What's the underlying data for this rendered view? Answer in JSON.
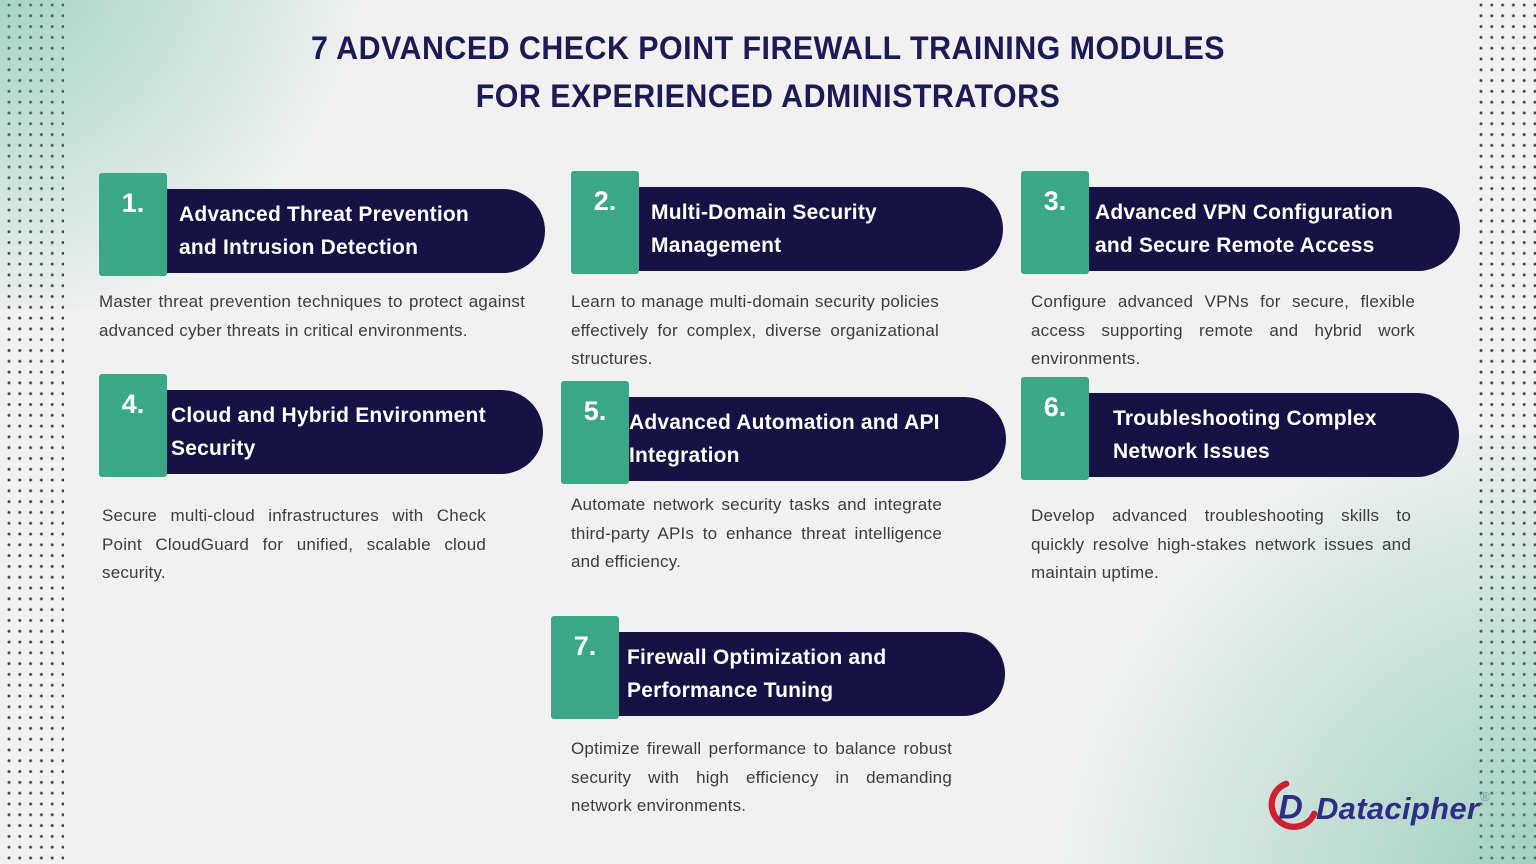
{
  "title": {
    "line1": "7 ADVANCED CHECK POINT FIREWALL TRAINING MODULES",
    "line2": "FOR EXPERIENCED ADMINISTRATORS"
  },
  "modules": [
    {
      "number": "1.",
      "title_lines": [
        "Advanced Threat Prevention",
        "and Intrusion Detection"
      ],
      "description": "Master threat prevention techniques to protect against advanced cyber threats in critical environments."
    },
    {
      "number": "2.",
      "title_lines": [
        "Multi-Domain Security",
        "Management"
      ],
      "description": "Learn to manage multi-domain security policies effectively for complex, diverse organizational structures."
    },
    {
      "number": "3.",
      "title_lines": [
        "Advanced VPN Configuration",
        "and Secure Remote Access"
      ],
      "description": "Configure advanced VPNs for secure, flexible access supporting remote and hybrid work environments."
    },
    {
      "number": "4.",
      "title_lines": [
        "Cloud and Hybrid Environment",
        "Security"
      ],
      "description": "Secure multi-cloud infrastructures with Check Point CloudGuard for unified, scalable cloud security."
    },
    {
      "number": "5.",
      "title_lines": [
        "Advanced Automation and API",
        "Integration"
      ],
      "description": "Automate network security tasks and integrate third-party APIs to enhance threat intelligence and efficiency."
    },
    {
      "number": "6.",
      "title_lines": [
        "Troubleshooting Complex",
        "Network Issues"
      ],
      "description": "Develop advanced troubleshooting skills to quickly resolve high-stakes network issues and maintain uptime."
    },
    {
      "number": "7.",
      "title_lines": [
        "Firewall Optimization and",
        "Performance Tuning"
      ],
      "description": "Optimize firewall performance to balance robust security with high efficiency in demanding network environments."
    }
  ],
  "logo": {
    "brand": "Datacipher",
    "registered": "®",
    "icon": "datacipher-d-icon"
  },
  "colors": {
    "background": "#f1f1f1",
    "pill_navy": "#161245",
    "badge_green": "#3aa887",
    "title_text": "#1b1b55",
    "description_text": "#3c3c3c",
    "pill_title_text": "#ffffff",
    "logo_navy": "#2e2e85",
    "logo_red": "#cf2030",
    "corner_tint_green": "#4daf8f"
  }
}
